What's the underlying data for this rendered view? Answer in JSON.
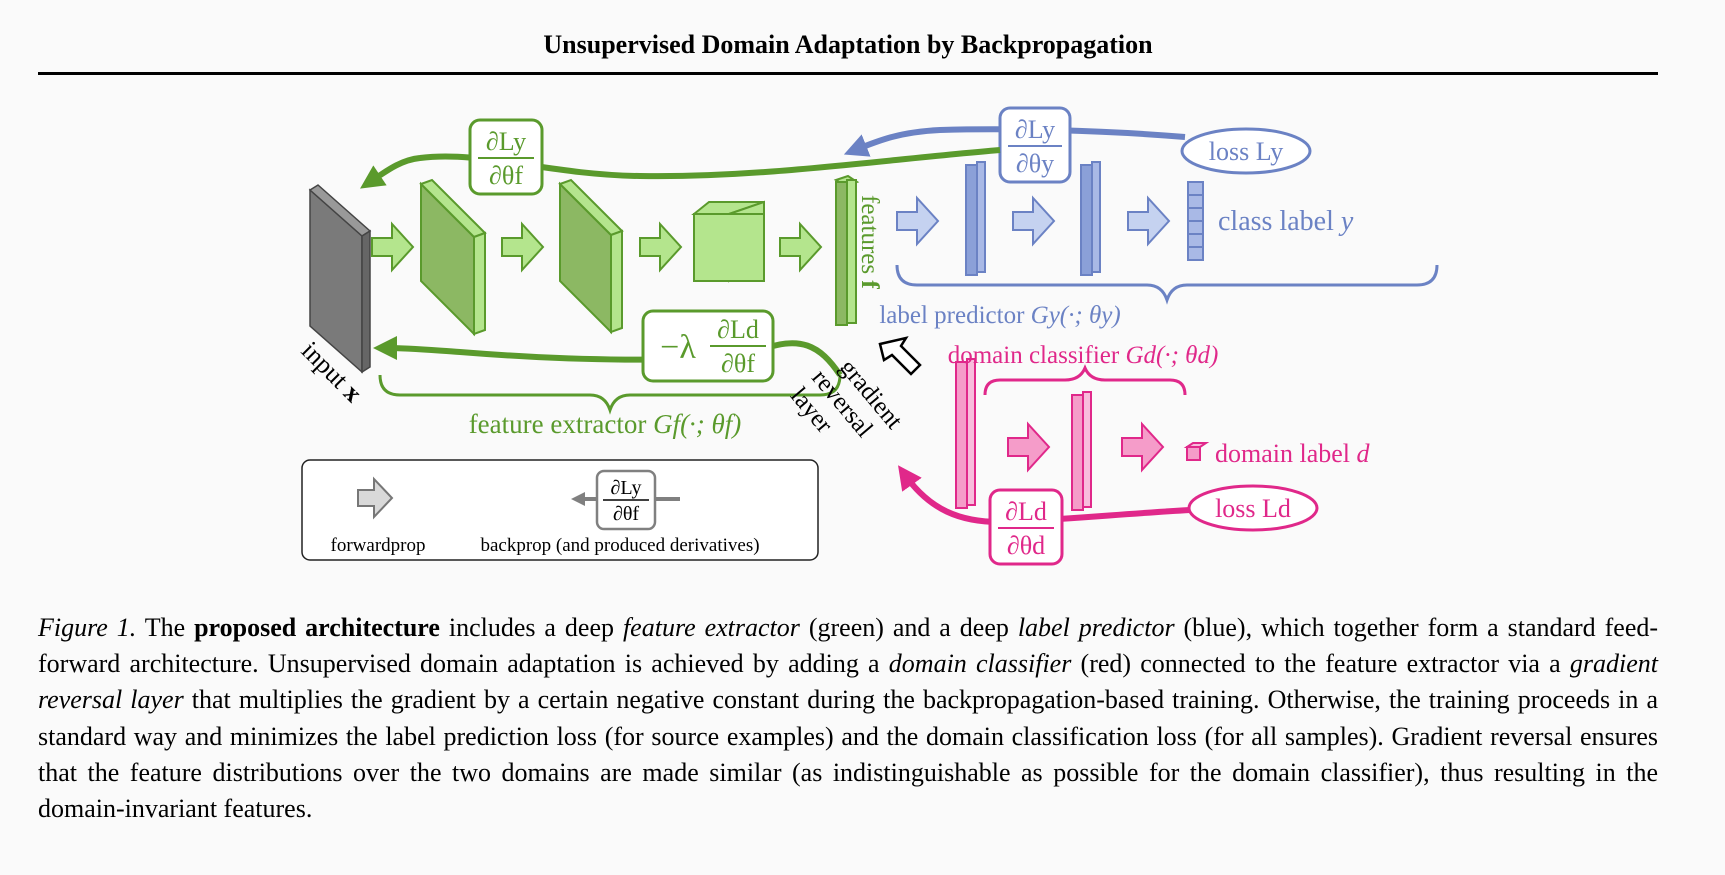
{
  "header": {
    "title": "Unsupervised Domain Adaptation by Backpropagation"
  },
  "colors": {
    "green": "#5a9a2c",
    "green_light": "#b4e58d",
    "green_dark": "#86b461",
    "blue": "#6b82c4",
    "blue_fill": "#8ba0d8",
    "pink": "#e0288a",
    "pink_fill": "#f59cc9",
    "gray": "#808080"
  },
  "diagram": {
    "input_label": "input",
    "input_var": "x",
    "features_label": "features",
    "features_var": "f",
    "class_label": "class label",
    "class_var": "y",
    "label_predictor": "label predictor",
    "label_predictor_math": "Gy(·; θy)",
    "feature_extractor": "feature extractor",
    "feature_extractor_math": "Gf(·; θf)",
    "domain_classifier": "domain classifier",
    "domain_classifier_math": "Gd(·; θd)",
    "domain_label": "domain label",
    "domain_var": "d",
    "loss_y": "loss Ly",
    "loss_d": "loss Ld",
    "grad_layer": [
      "gradient",
      "reversal",
      "layer"
    ],
    "deriv_y_f": {
      "num": "∂Ly",
      "den": "∂θf"
    },
    "deriv_y_y": {
      "num": "∂Ly",
      "den": "∂θy"
    },
    "deriv_d_d": {
      "num": "∂Ld",
      "den": "∂θd"
    },
    "deriv_rev": {
      "prefix": "−λ",
      "num": "∂Ld",
      "den": "∂θf"
    },
    "legend": {
      "forward": "forwardprop",
      "backward": "backprop (and produced derivatives)",
      "deriv": {
        "num": "∂Ly",
        "den": "∂θf"
      }
    }
  },
  "caption": {
    "figure": "Figure 1.",
    "t1": " The ",
    "b1": "proposed architecture",
    "t2": " includes a deep ",
    "i1": "feature extractor",
    "t3": " (green) and a deep ",
    "i2": "label predictor",
    "t4": " (blue), which together form a standard feed-forward architecture. Unsupervised domain adaptation is achieved by adding a ",
    "i3": "domain classifier",
    "t5": " (red) connected to the feature extractor via a ",
    "i4": "gradient reversal layer",
    "t6": " that multiplies the gradient by a certain negative constant during the backpropagation-based training. Otherwise, the training proceeds in a standard way and minimizes the label prediction loss (for source examples) and the domain classification loss (for all samples). Gradient reversal ensures that the feature distributions over the two domains are made similar (as indistinguishable as possible for the domain classifier), thus resulting in the domain-invariant features."
  }
}
